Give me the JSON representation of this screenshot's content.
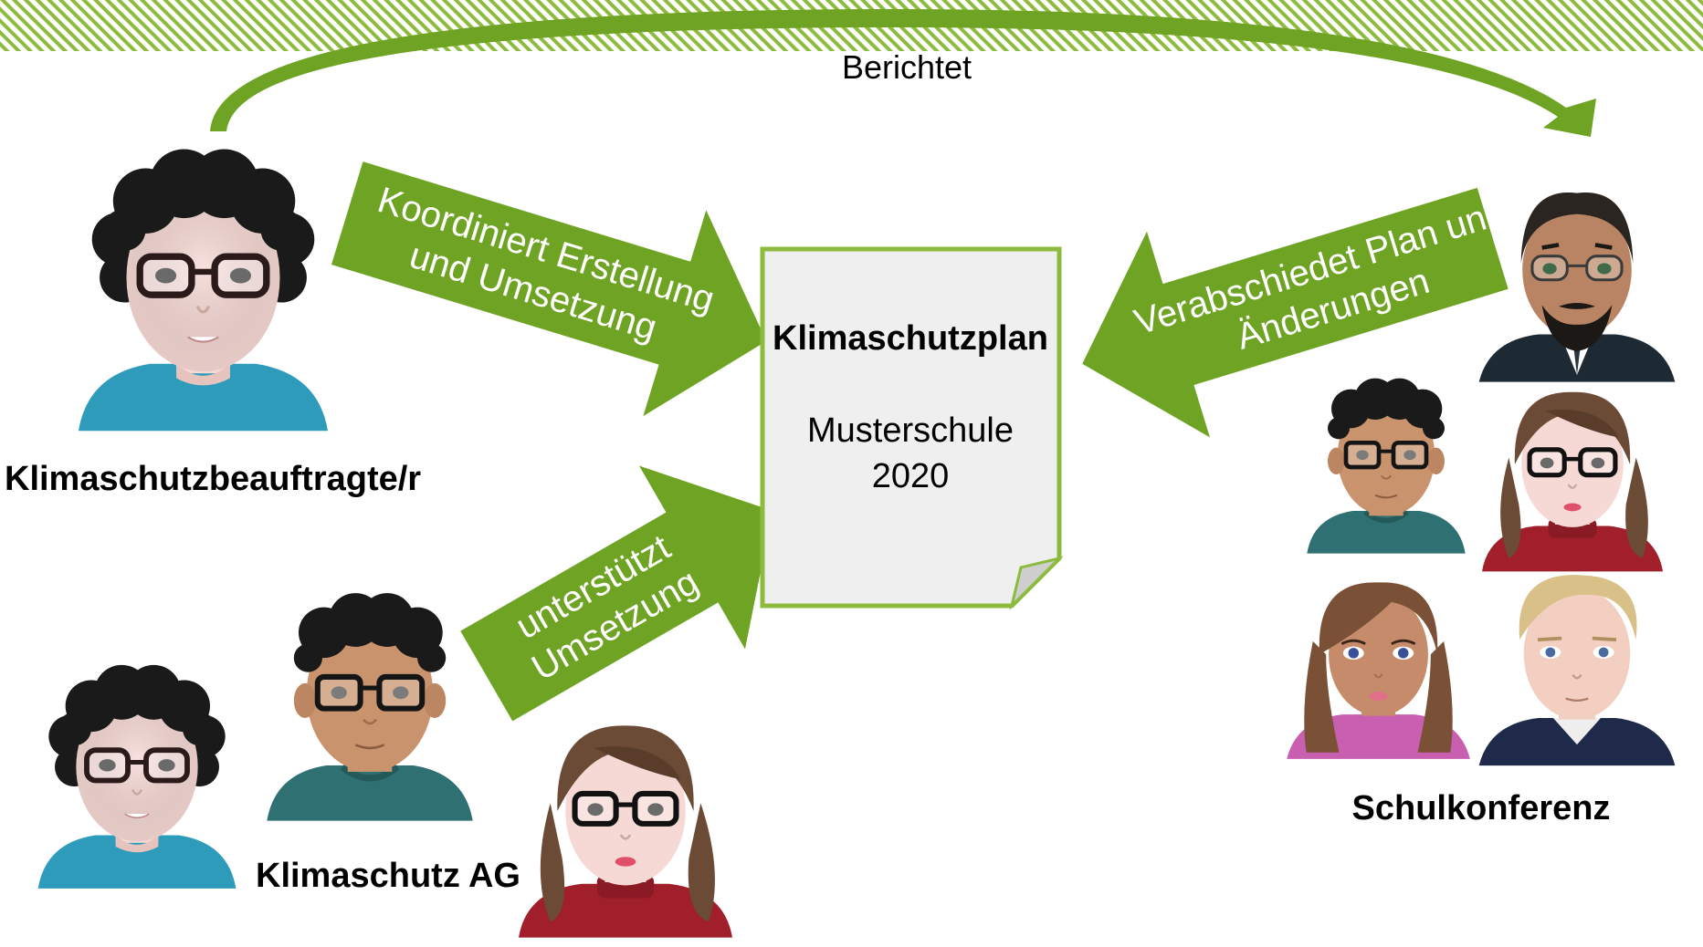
{
  "colors": {
    "accent_green": "#6ea323",
    "stripe_green": "#8dbb3e",
    "doc_fill": "#efefef",
    "doc_border": "#8dbb3e",
    "skin_light": "#f6d8d4",
    "skin_tan": "#c9936d",
    "hair_dark": "#1a1a1a",
    "hair_brown": "#6b4a36",
    "hair_blonde": "#d9bf88",
    "shirt_teal": "#2e9bbb",
    "shirt_green": "#2f7072",
    "sweater_red": "#a01f2a",
    "top_pink": "#c85fb0",
    "jacket_navy": "#1f2a4a",
    "suit_dark": "#1e2a33"
  },
  "top_arrow": {
    "label": "Berichtet"
  },
  "arrows": {
    "coordinator": {
      "line1": "Koordiniert Erstellung",
      "line2": "und Umsetzung"
    },
    "ag": {
      "line1": "unterstützt",
      "line2": "Umsetzung"
    },
    "conference": {
      "line1": "Verabschiedet Plan und",
      "line2": "Änderungen"
    }
  },
  "document": {
    "title": "Klimaschutzplan",
    "line1": "Musterschule",
    "line2": "2020"
  },
  "actors": {
    "coordinator": {
      "label": "Klimaschutzbeauftragte/r",
      "icon": "avatar-woman-curly-glasses"
    },
    "ag": {
      "label": "Klimaschutz AG",
      "icons": [
        "avatar-woman-curly-glasses",
        "avatar-man-curly-glasses",
        "avatar-woman-wavy-glasses"
      ]
    },
    "conference": {
      "label": "Schulkonferenz",
      "icons": [
        "avatar-man-beard-glasses",
        "avatar-man-curly-glasses",
        "avatar-woman-wavy-glasses",
        "avatar-woman-long-hair",
        "avatar-man-blonde"
      ]
    }
  }
}
